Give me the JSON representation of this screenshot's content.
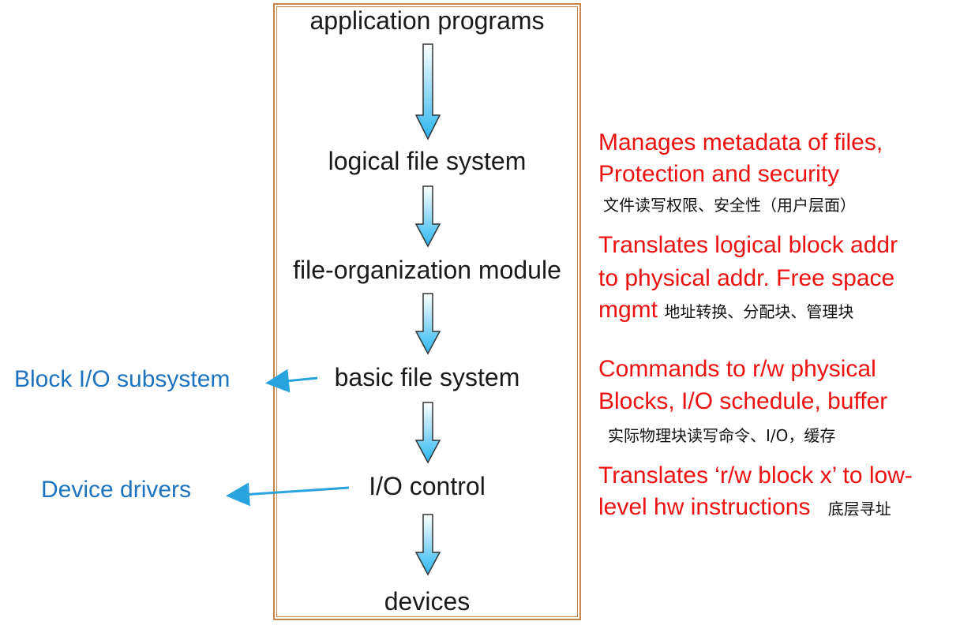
{
  "layers": [
    "application programs",
    "logical file system",
    "file-organization module",
    "basic file system",
    "I/O control",
    "devices"
  ],
  "side_labels": {
    "block_io": "Block I/O subsystem",
    "device_drivers": "Device drivers"
  },
  "notes": {
    "logical": {
      "line1": "Manages metadata of files,",
      "line2": "Protection and security",
      "cn": "文件读写权限、安全性（用户层面）"
    },
    "file_org": {
      "line1": "Translates logical block addr",
      "line2": "to physical addr. Free space",
      "line3": "mgmt",
      "cn": "地址转换、分配块、管理块"
    },
    "basic": {
      "line1": "Commands to r/w physical",
      "line2": "Blocks, I/O schedule, buffer",
      "cn": "实际物理块读写命令、I/O，缓存"
    },
    "io_control": {
      "line1": "Translates ‘r/w block x’ to low-",
      "line2": "level hw instructions",
      "cn": "底层寻址"
    }
  },
  "colors": {
    "frame": "#c8864a",
    "arrow_fill_top": "#ffffff",
    "arrow_fill_bottom": "#29b6f0",
    "side_label": "#1e73be",
    "note": "#ee1111"
  }
}
